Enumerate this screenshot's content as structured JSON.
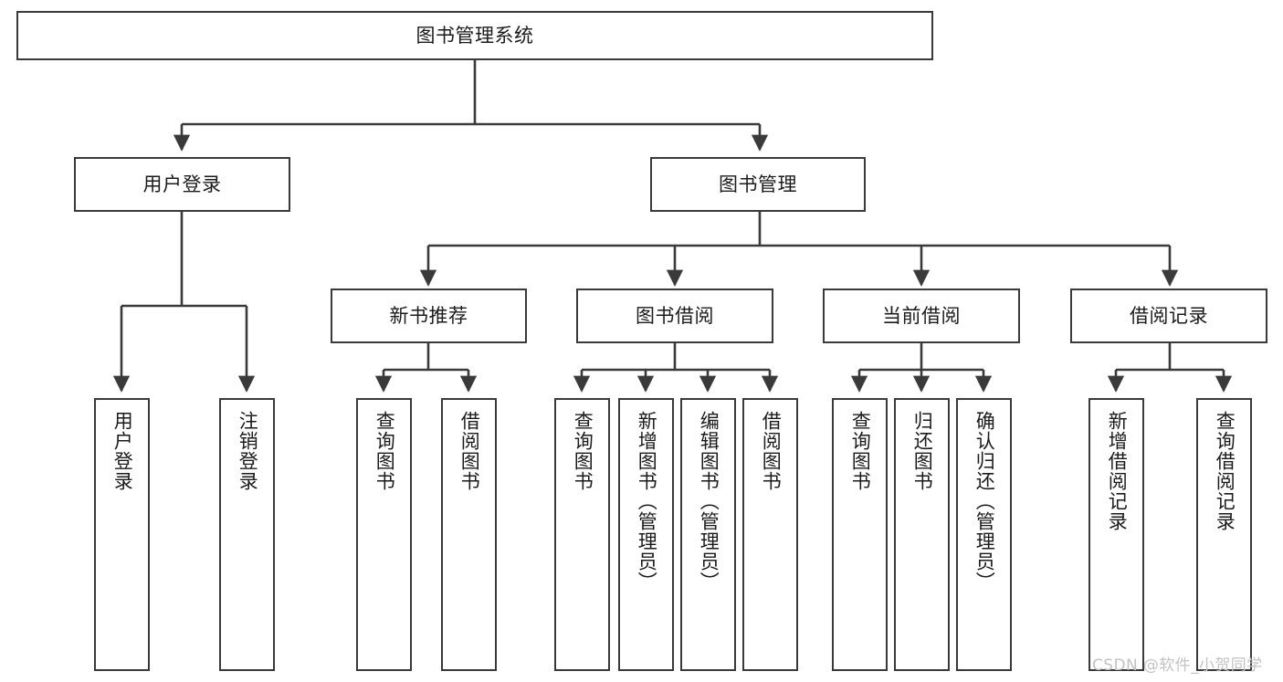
{
  "diagram": {
    "title": "图书管理系统",
    "type": "tree-hierarchy-diagram",
    "colors": {
      "stroke": "#3a3a3a",
      "fill": "#ffffff",
      "text": "#1b1b1b",
      "watermark": "#c3c3c3"
    },
    "root": {
      "label": "图书管理系统"
    },
    "level2": [
      {
        "label": "用户登录"
      },
      {
        "label": "图书管理"
      }
    ],
    "level3": [
      {
        "label": "新书推荐"
      },
      {
        "label": "图书借阅"
      },
      {
        "label": "当前借阅"
      },
      {
        "label": "借阅记录"
      }
    ],
    "leaves": {
      "user_login": [
        {
          "label": "用户登录"
        },
        {
          "label": "注销登录"
        }
      ],
      "new_book_recommend": [
        {
          "label": "查询图书"
        },
        {
          "label": "借阅图书"
        }
      ],
      "book_borrow": [
        {
          "label": "查询图书"
        },
        {
          "label": "新增图书（管理员）"
        },
        {
          "label": "编辑图书（管理员）"
        },
        {
          "label": "借阅图书"
        }
      ],
      "current_borrow": [
        {
          "label": "查询图书"
        },
        {
          "label": "归还图书"
        },
        {
          "label": "确认归还（管理员）"
        }
      ],
      "borrow_record": [
        {
          "label": "新增借阅记录"
        },
        {
          "label": "查询借阅记录"
        }
      ]
    }
  },
  "watermark": {
    "text": "CSDN @软件_小贺同学"
  }
}
